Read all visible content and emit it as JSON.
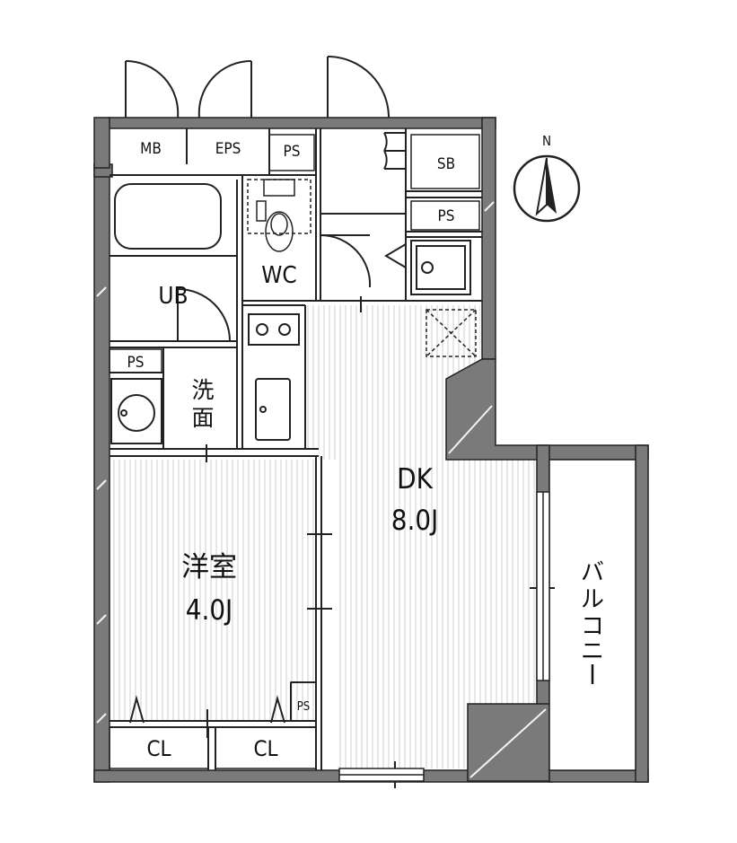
{
  "colors": {
    "wall": "#7a7a7a",
    "wall_edge": "#222222",
    "floor_hatch": "#c9c9c9",
    "line": "#222222",
    "background": "#ffffff"
  },
  "compass": {
    "label": "N"
  },
  "rooms": {
    "mb": "MB",
    "eps": "EPS",
    "ps_top": "PS",
    "sb": "SB",
    "ps_right": "PS",
    "ub": "UB",
    "wc": "WC",
    "ps_left": "PS",
    "washroom": [
      "洗",
      "面"
    ],
    "dk_name": "DK",
    "dk_size": "8.0J",
    "western_name": "洋室",
    "western_size": "4.0J",
    "ps_bottom": "PS",
    "cl_left": "CL",
    "cl_right": "CL",
    "balcony": [
      "バ",
      "ル",
      "コ",
      "ニ",
      "ー"
    ]
  },
  "icons": [
    "compass-icon",
    "bathtub-icon",
    "toilet-icon",
    "stove-icon",
    "kitchen-sink-icon",
    "washbasin-icon",
    "washing-machine-icon",
    "fridge-space-icon"
  ]
}
